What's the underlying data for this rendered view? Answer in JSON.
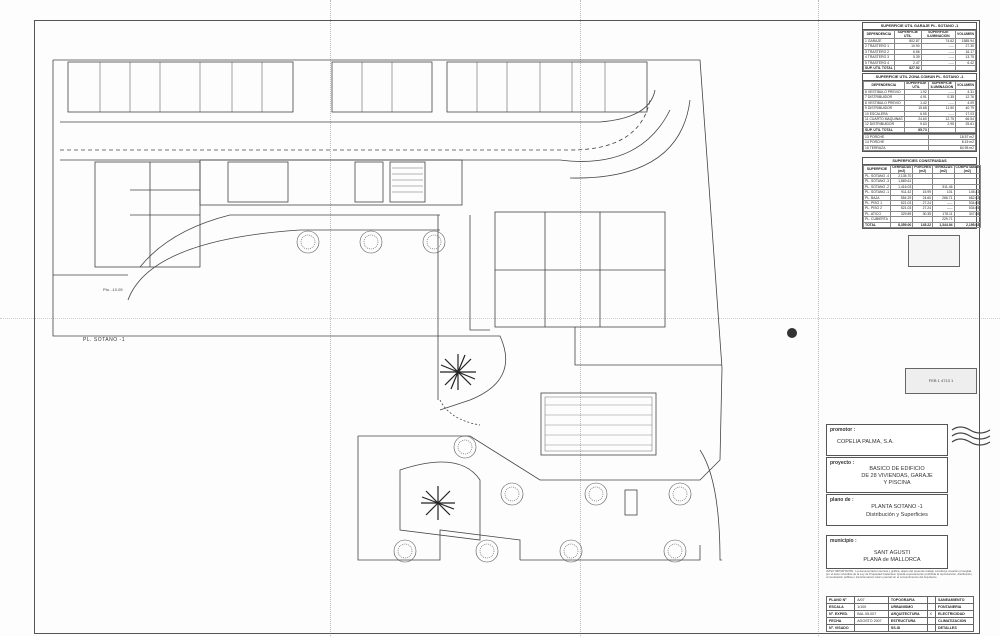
{
  "drawing": {
    "plan_title": "PL. SOTANO -1",
    "level_tag": "Pto. -10.05"
  },
  "tables": {
    "garaje": {
      "title": "SUPERFICIE UTIL GARAJE PL. SOTANO -1",
      "headers": [
        "DEPENDENCIA",
        "SUPERFICIE UTIL",
        "SUPERFICIE ILUMINACION",
        "VOLUMEN"
      ],
      "rows": [
        [
          "1 GARAJE",
          "802.87",
          "74.62",
          "1585.94"
        ],
        [
          "2 TRASTERO 1",
          "10.90",
          "-----",
          "27.30"
        ],
        [
          "3 TRASTERO 2",
          "6.56",
          "-----",
          "16.17"
        ],
        [
          "4 TRASTERO 3",
          "5.39",
          "-----",
          "13.75"
        ],
        [
          "5 TRASTERO 4",
          "2.47",
          "-----",
          "6.42"
        ]
      ],
      "total": [
        "SUP. UTIL TOTAL",
        "827.92",
        "",
        ""
      ]
    },
    "zona_comun": {
      "title": "SUPERFICIE UTIL ZONA COMUN PL. SOTANO -1",
      "headers": [
        "DEPENDENCIA",
        "SUPERFICIE UTIL",
        "SUPERFICIE ILUMINACION",
        "VOLUMEN"
      ],
      "rows": [
        [
          "6 VESTIBULO PREVIO",
          "1.92",
          "-----",
          "4.31"
        ],
        [
          "7 DISTRIBUIDOR",
          "4.91",
          "0.35",
          "12.76"
        ],
        [
          "8 VESTIBULO PREVIO",
          "1.42",
          "-----",
          "4.09"
        ],
        [
          "9 DISTRIBUIDOR",
          "15.68",
          "11.50",
          "40.79"
        ],
        [
          "10 ESCALERA",
          "6.55",
          "-----",
          "17.03"
        ],
        [
          "11 CUARTO MAQUINAS",
          "24.60",
          "12.75",
          "66.54"
        ],
        [
          "12 DISTRIBUIDOR",
          "9.63",
          "2.95",
          "25.61"
        ]
      ],
      "total": [
        "SUP. UTIL TOTAL",
        "65.73",
        "",
        ""
      ],
      "extra": [
        [
          "13 PORCHE",
          "18.57 m2"
        ],
        [
          "14 PORCHE",
          "8.15 m2"
        ],
        [
          "15 TERRAZA",
          "84.95 m2"
        ]
      ]
    },
    "construidas": {
      "title": "SUPERFICIES CONSTRUIDAS",
      "headers": [
        "SUPERFICIE",
        "CERRADAS (m2)",
        "PORCHES (m2)",
        "TERRAZAS (m2)",
        "COMPUTABLE (m2)"
      ],
      "rows": [
        [
          "PL. SOTANO -4",
          "2,135.70",
          "",
          "",
          ""
        ],
        [
          "PL. SOTANO -3",
          "1,869.61",
          "",
          "",
          ""
        ],
        [
          "PL. SOTANO -2",
          "1,416.03",
          "",
          "511.46",
          ""
        ],
        [
          "PL. SOTANO -1",
          "911.42",
          "15.99",
          "101",
          "145.41"
        ],
        [
          "PL. BAJA",
          "554.29",
          "24.60",
          "266.71",
          "662.02"
        ],
        [
          "PL. PISO 1",
          "521.03",
          "27.24",
          "-----",
          "534.65"
        ],
        [
          "PL. PISO 2",
          "521.03",
          "27.24",
          "-----",
          "534.65"
        ],
        [
          "PL. ATICO",
          "329.89",
          "30.35",
          "178.11",
          "347.06"
        ],
        [
          "PL. CUBIERTA",
          "",
          "",
          "229.71",
          ""
        ]
      ],
      "total": [
        "TOTAL",
        "8,359.00",
        "145.22",
        "1,344.94",
        "2,195.92"
      ]
    }
  },
  "title_block": {
    "promotor_label": "promotor :",
    "promotor": "COPELIA PALMA, S.A.",
    "proyecto_label": "proyecto :",
    "proyecto_lines": [
      "BASICO DE EDIFICIO",
      "DE 28 VIVIENDAS, GARAJE",
      "Y PISCINA"
    ],
    "plano_label": "plano de :",
    "plano_lines": [
      "PLANTA SOTANO -1",
      "Distribución y Superficies"
    ],
    "municipio_label": "municipio :",
    "municipio_lines": [
      "SANT AGUSTI",
      "PLANA de MALLORCA"
    ],
    "legal_note": "AVISO IMPORTANTE : La documentación técnica y gráfica, objeto del presente trabajo constituye creación protegida por el texto refundido de la Ley de Propiedad Intelectual. Queda expresamente prohibida la reproducción, distribución, comunicación pública o transformación total o parcial sin el consentimiento del Arquitecto."
  },
  "info_grid": [
    [
      "PLANO Nº",
      "A/07",
      "TOPOGRAFIA",
      "",
      "SANEAMIENTO"
    ],
    [
      "ESCALA",
      "1/100",
      "URBANISMO",
      "",
      "FONTANERIA"
    ],
    [
      "Nº. EXPED.",
      "BAL.05-007",
      "ARQUITECTURA",
      "X",
      "ELECTRICIDAD"
    ],
    [
      "FECHA",
      "AGOSTO 2007",
      "ESTRUCTURA",
      "",
      "CLIMATIZACION"
    ],
    [
      "Nº. VISADO",
      "",
      "SS-SI",
      "",
      "DETALLES"
    ]
  ],
  "stamps": {
    "reg_text": "FEB 1 4713 1"
  }
}
